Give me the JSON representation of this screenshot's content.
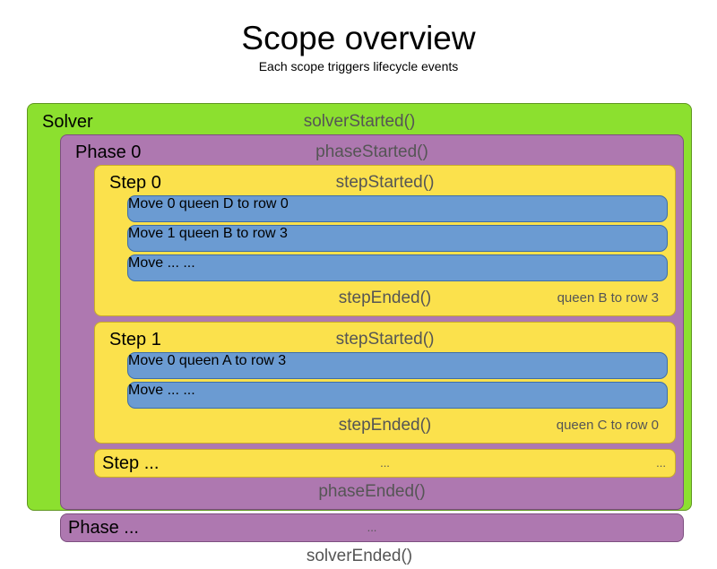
{
  "heading": {
    "title": "Scope overview",
    "subtitle": "Each scope triggers lifecycle events"
  },
  "colors": {
    "solver": "#8CE02F",
    "phase": "#AE78B0",
    "step": "#FBE14C",
    "move": "#6B9BD2",
    "event_text": "#555555",
    "label_text": "#000000",
    "background": "#FFFFFF"
  },
  "solver": {
    "label": "Solver",
    "started_event": "solverStarted()",
    "ended_event": "solverEnded()",
    "phases": [
      {
        "label": "Phase 0",
        "started_event": "phaseStarted()",
        "ended_event": "phaseEnded()",
        "steps": [
          {
            "label": "Step 0",
            "started_event": "stepStarted()",
            "ended_event": "stepEnded()",
            "ended_detail": "queen B to row 3",
            "moves": [
              {
                "label": "Move 0",
                "detail": "queen D to row 0",
                "is_ellipsis": false
              },
              {
                "label": "Move 1",
                "detail": "queen B to row 3",
                "is_ellipsis": false
              },
              {
                "label": "Move ...",
                "detail": "...",
                "is_ellipsis": true
              }
            ]
          },
          {
            "label": "Step 1",
            "started_event": "stepStarted()",
            "ended_event": "stepEnded()",
            "ended_detail": "queen C to row 0",
            "moves": [
              {
                "label": "Move 0",
                "detail": "queen A to row 3",
                "is_ellipsis": false
              },
              {
                "label": "Move ...",
                "detail": "...",
                "is_ellipsis": true
              }
            ]
          }
        ],
        "terse_step": {
          "label": "Step ...",
          "event": "...",
          "detail": "..."
        }
      }
    ],
    "terse_phase": {
      "label": "Phase ...",
      "event": "...",
      "detail": ""
    }
  }
}
